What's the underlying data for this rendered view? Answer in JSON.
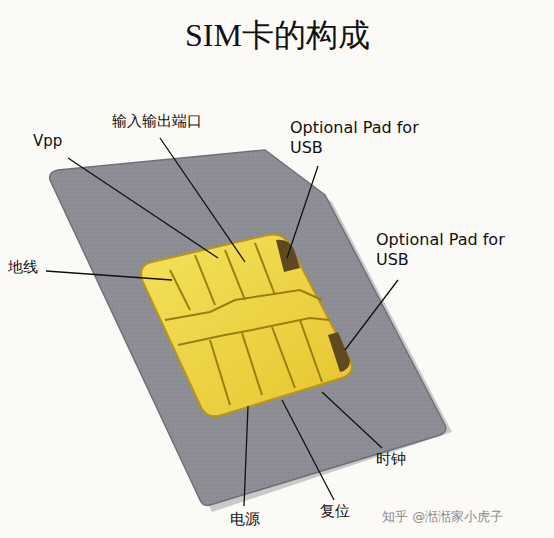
{
  "diagram": {
    "title": "SIM卡的构成",
    "labels": [
      "Vpp",
      "输入输出端口",
      "Optional Pad for USB",
      "Optional Pad for USB",
      "地线",
      "时钟",
      "复位",
      "电源",
      "知乎 @湉湉家小虎子"
    ]
  }
}
